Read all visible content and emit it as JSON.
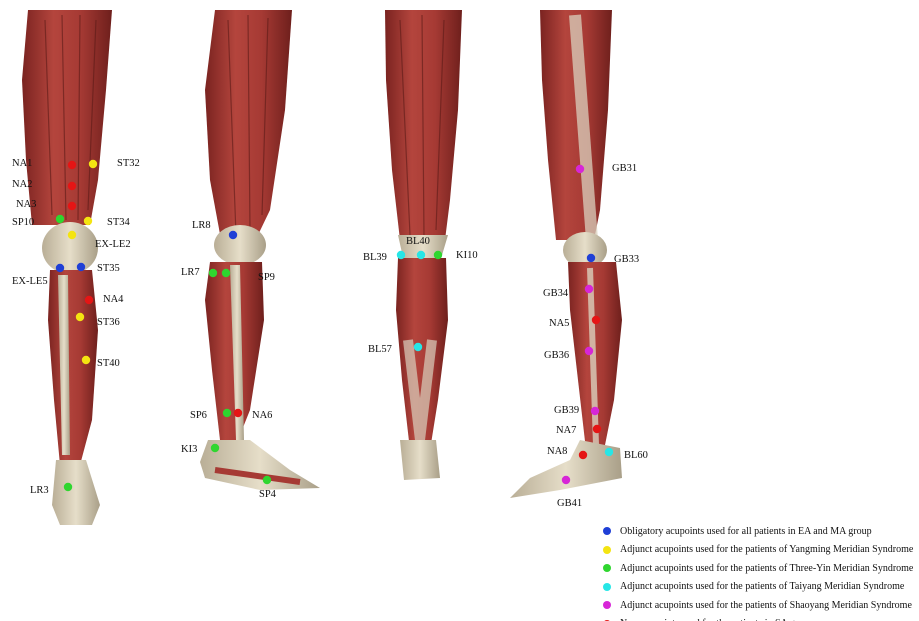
{
  "colors": {
    "blue": "#1f3fd6",
    "yellow": "#f4e411",
    "green": "#2fd62f",
    "cyan": "#27e6e6",
    "magenta": "#d726d7",
    "red": "#e51515",
    "muscle": "#a63a34",
    "muscle_dark": "#6e1f1c",
    "tendon": "#d9d0bd",
    "bone": "#cfc5ad"
  },
  "legend": [
    {
      "color": "blue",
      "text": "Obligatory acupoints used for all patients in EA and MA group"
    },
    {
      "color": "yellow",
      "text": "Adjunct acupoints used for the patients of Yangming Meridian Syndrome"
    },
    {
      "color": "green",
      "text": "Adjunct acupoints used for the patients of Three-Yin Meridian Syndrome"
    },
    {
      "color": "cyan",
      "text": "Adjunct acupoints used for the patients of Taiyang Meridian Syndrome"
    },
    {
      "color": "magenta",
      "text": "Adjunct acupoints used for the patients of Shaoyang Meridian Syndrome"
    },
    {
      "color": "red",
      "text": "Non-acupoints used for the patients in SA group"
    }
  ],
  "points": [
    {
      "label": "NA1",
      "color": "red"
    },
    {
      "label": "ST32",
      "color": "yellow"
    },
    {
      "label": "NA2",
      "color": "red"
    },
    {
      "label": "NA3",
      "color": "red"
    },
    {
      "label": "SP10",
      "color": "green"
    },
    {
      "label": "ST34",
      "color": "yellow"
    },
    {
      "label": "EX-LE2",
      "color": "yellow"
    },
    {
      "label": "EX-LE5",
      "color": "blue"
    },
    {
      "label": "ST35",
      "color": "blue"
    },
    {
      "label": "NA4",
      "color": "red"
    },
    {
      "label": "ST36",
      "color": "yellow"
    },
    {
      "label": "ST40",
      "color": "yellow"
    },
    {
      "label": "LR3",
      "color": "green"
    },
    {
      "label": "LR8",
      "color": "blue"
    },
    {
      "label": "LR7",
      "color": "green"
    },
    {
      "label": "SP9",
      "color": "green"
    },
    {
      "label": "SP6",
      "color": "green"
    },
    {
      "label": "NA6",
      "color": "red"
    },
    {
      "label": "KI3",
      "color": "green"
    },
    {
      "label": "SP4",
      "color": "green"
    },
    {
      "label": "BL39",
      "color": "cyan"
    },
    {
      "label": "BL40",
      "color": "cyan"
    },
    {
      "label": "KI10",
      "color": "green"
    },
    {
      "label": "BL57",
      "color": "cyan"
    },
    {
      "label": "GB31",
      "color": "magenta"
    },
    {
      "label": "GB33",
      "color": "blue"
    },
    {
      "label": "GB34",
      "color": "magenta"
    },
    {
      "label": "NA5",
      "color": "red"
    },
    {
      "label": "GB36",
      "color": "magenta"
    },
    {
      "label": "GB39",
      "color": "magenta"
    },
    {
      "label": "NA7",
      "color": "red"
    },
    {
      "label": "NA8",
      "color": "red"
    },
    {
      "label": "BL60",
      "color": "cyan"
    },
    {
      "label": "GB41",
      "color": "magenta"
    }
  ]
}
